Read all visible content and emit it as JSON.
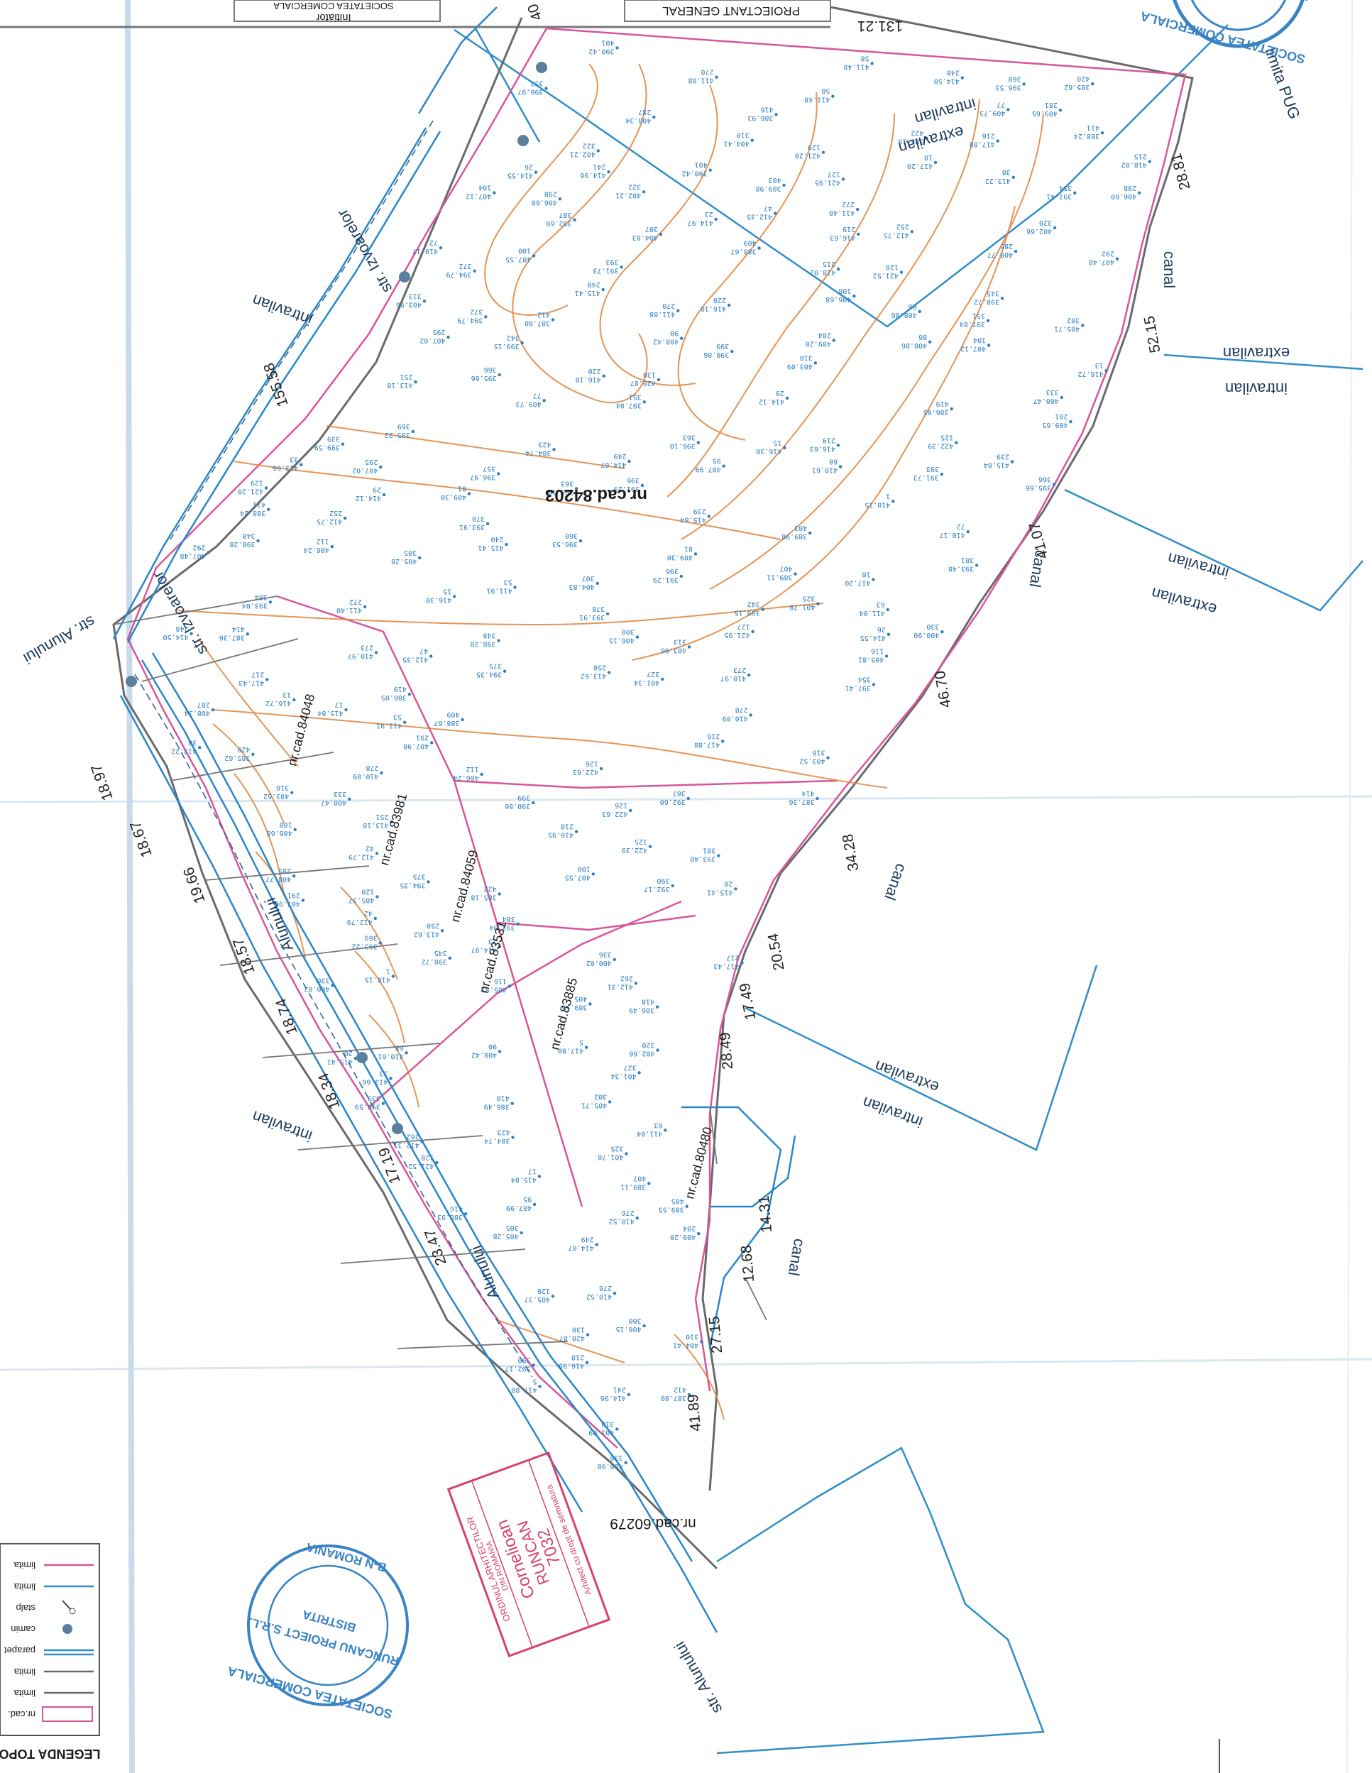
{
  "title_block": {
    "initiator_label": "Initiator",
    "initiator_value": "SOCIETATEA COMERCIALA",
    "proiectant_label": "PROIECTANT GENERAL"
  },
  "parcels": {
    "main": "nr.cad.84203",
    "south": "nr.cad.60279",
    "small": [
      "nr.cad.84048",
      "nr.cad.83981",
      "nr.cad.84059",
      "nr.cad.83531",
      "nr.cad.83885",
      "nr.cad.80480"
    ]
  },
  "zones": {
    "intravilan": "intravilan",
    "extravilan": "extravilan",
    "canal": "canal",
    "limita_pug": "limita PUG"
  },
  "streets": {
    "alunului": "str. Alunului",
    "alunului_short": "Alunului",
    "izvoarelor": "str. Izvoarelor"
  },
  "dimensions": {
    "d131": "131.21",
    "d40": "40",
    "d2881": "28.81",
    "d5215": "52.15",
    "d4107": "41.07",
    "d4670": "46.70",
    "d3428": "34.28",
    "d2054": "20.54",
    "d1749": "17.49",
    "d2849": "28.49",
    "d1431": "14.31",
    "d1268": "12.68",
    "d2715": "27.15",
    "d4189": "41.89",
    "d15558": "155.58",
    "d1897": "18.97",
    "d1867": "18.67",
    "d1966": "19.66",
    "d1857": "18.57",
    "d1874": "18.74",
    "d1834": "18.34",
    "d1719": "17.19",
    "d2347": "23.47"
  },
  "stamps": {
    "company_round_1": "SOCIETATEA COMERCIALA",
    "company_round_2": "RUNCANU PROIECT S.R.L.",
    "company_round_3": "BISTRITA",
    "company_round_4": "B-N ROMANIA",
    "architect_name_1": "Cornelioan",
    "architect_name_2": "RUNCAN",
    "architect_number": "7032",
    "architect_head": "ORDINUL ARHITECTILOR",
    "architect_sub": "DIN ROMANIA",
    "architect_note": "Arhitect cu drept de semnatura"
  },
  "legend": {
    "title": "LEGENDA TOPO",
    "items": [
      {
        "icon": "parcel-number-box-icon",
        "text": "nr.cad."
      },
      {
        "icon": "gray-line-icon",
        "text": "limita"
      },
      {
        "icon": "gray-line-icon",
        "text": "limita"
      },
      {
        "icon": "double-blue-line-icon",
        "text": "parapet"
      },
      {
        "icon": "manhole-icon",
        "text": "camin"
      },
      {
        "icon": "pole-icon",
        "text": "stalp"
      },
      {
        "icon": "blue-line-icon",
        "text": "limita"
      },
      {
        "icon": "pink-line-icon",
        "text": "limita"
      }
    ]
  },
  "colors": {
    "boundary_gray": "#6a6a6a",
    "boundary_pink": "#d9559a",
    "contour_orange": "#e0823a",
    "zone_blue": "#2e8ec9",
    "point_blue": "#2d7fc0",
    "stamp_blue": "#3a83c4",
    "stamp_red": "#d8416a"
  },
  "survey_points": [
    {
      "n": "125",
      "h": "422.39"
    },
    {
      "n": "126",
      "h": "422.63"
    },
    {
      "n": "127",
      "h": "421.95"
    },
    {
      "n": "128",
      "h": "421.52"
    },
    {
      "n": "129",
      "h": "421.20"
    },
    {
      "n": "130",
      "h": "420.87"
    },
    {
      "n": "215",
      "h": "418.02"
    },
    {
      "n": "216",
      "h": "417.88"
    },
    {
      "n": "217",
      "h": "417.43"
    },
    {
      "n": "218",
      "h": "416.95"
    },
    {
      "n": "219",
      "h": "416.63"
    },
    {
      "n": "220",
      "h": "416.10"
    },
    {
      "n": "239",
      "h": "415.84"
    },
    {
      "n": "240",
      "h": "415.41"
    },
    {
      "n": "241",
      "h": "414.96"
    },
    {
      "n": "248",
      "h": "414.50"
    },
    {
      "n": "249",
      "h": "414.07"
    },
    {
      "n": "250",
      "h": "413.62"
    },
    {
      "n": "251",
      "h": "413.18"
    },
    {
      "n": "252",
      "h": "412.75"
    },
    {
      "n": "262",
      "h": "412.31"
    },
    {
      "n": "270",
      "h": "411.88"
    },
    {
      "n": "272",
      "h": "411.40"
    },
    {
      "n": "273",
      "h": "410.97"
    },
    {
      "n": "276",
      "h": "410.52"
    },
    {
      "n": "278",
      "h": "410.09"
    },
    {
      "n": "281",
      "h": "409.65"
    },
    {
      "n": "284",
      "h": "409.20"
    },
    {
      "n": "285",
      "h": "408.77"
    },
    {
      "n": "287",
      "h": "408.34"
    },
    {
      "n": "291",
      "h": "407.90"
    },
    {
      "n": "292",
      "h": "407.48"
    },
    {
      "n": "295",
      "h": "407.02"
    },
    {
      "n": "298",
      "h": "406.60"
    },
    {
      "n": "300",
      "h": "406.15"
    },
    {
      "n": "302",
      "h": "405.71"
    },
    {
      "n": "305",
      "h": "405.28"
    },
    {
      "n": "307",
      "h": "404.83"
    },
    {
      "n": "310",
      "h": "404.41"
    },
    {
      "n": "313",
      "h": "403.96"
    },
    {
      "n": "316",
      "h": "403.52"
    },
    {
      "n": "318",
      "h": "403.09"
    },
    {
      "n": "320",
      "h": "402.66"
    },
    {
      "n": "322",
      "h": "402.21"
    },
    {
      "n": "325",
      "h": "401.78"
    },
    {
      "n": "327",
      "h": "401.34"
    },
    {
      "n": "330",
      "h": "400.90"
    },
    {
      "n": "333",
      "h": "400.47"
    },
    {
      "n": "336",
      "h": "400.02"
    },
    {
      "n": "339",
      "h": "399.59"
    },
    {
      "n": "342",
      "h": "399.15"
    },
    {
      "n": "345",
      "h": "398.72"
    },
    {
      "n": "348",
      "h": "398.28"
    },
    {
      "n": "351",
      "h": "397.84"
    },
    {
      "n": "354",
      "h": "397.41"
    },
    {
      "n": "357",
      "h": "396.97"
    },
    {
      "n": "360",
      "h": "396.53"
    },
    {
      "n": "363",
      "h": "396.10"
    },
    {
      "n": "366",
      "h": "395.66"
    },
    {
      "n": "369",
      "h": "395.22"
    },
    {
      "n": "372",
      "h": "394.79"
    },
    {
      "n": "375",
      "h": "394.35"
    },
    {
      "n": "378",
      "h": "393.91"
    },
    {
      "n": "381",
      "h": "393.48"
    },
    {
      "n": "384",
      "h": "393.04"
    },
    {
      "n": "387",
      "h": "392.60"
    },
    {
      "n": "390",
      "h": "392.17"
    },
    {
      "n": "393",
      "h": "391.73"
    },
    {
      "n": "396",
      "h": "391.29"
    },
    {
      "n": "399",
      "h": "390.86"
    },
    {
      "n": "401",
      "h": "390.42"
    },
    {
      "n": "403",
      "h": "389.98"
    },
    {
      "n": "405",
      "h": "389.55"
    },
    {
      "n": "407",
      "h": "389.11"
    },
    {
      "n": "409",
      "h": "388.67"
    },
    {
      "n": "411",
      "h": "388.24"
    },
    {
      "n": "412",
      "h": "387.80"
    },
    {
      "n": "414",
      "h": "387.36"
    },
    {
      "n": "416",
      "h": "386.93"
    },
    {
      "n": "418",
      "h": "386.49"
    },
    {
      "n": "419",
      "h": "386.05"
    },
    {
      "n": "420",
      "h": "385.62"
    },
    {
      "n": "422",
      "h": "385.18"
    },
    {
      "n": "423",
      "h": "384.74"
    },
    {
      "n": "1",
      "h": "418.15"
    },
    {
      "n": "5",
      "h": "417.80"
    },
    {
      "n": "10",
      "h": "417.20"
    },
    {
      "n": "13",
      "h": "416.72"
    },
    {
      "n": "15",
      "h": "416.30"
    },
    {
      "n": "17",
      "h": "415.84"
    },
    {
      "n": "20",
      "h": "415.41"
    },
    {
      "n": "23",
      "h": "414.97"
    },
    {
      "n": "26",
      "h": "414.55"
    },
    {
      "n": "29",
      "h": "414.12"
    },
    {
      "n": "33",
      "h": "413.66"
    },
    {
      "n": "38",
      "h": "413.22"
    },
    {
      "n": "42",
      "h": "412.79"
    },
    {
      "n": "47",
      "h": "412.35"
    },
    {
      "n": "53",
      "h": "411.91"
    },
    {
      "n": "58",
      "h": "411.48"
    },
    {
      "n": "63",
      "h": "411.04"
    },
    {
      "n": "68",
      "h": "410.61"
    },
    {
      "n": "72",
      "h": "410.17"
    },
    {
      "n": "77",
      "h": "409.73"
    },
    {
      "n": "81",
      "h": "409.30"
    },
    {
      "n": "86",
      "h": "408.86"
    },
    {
      "n": "90",
      "h": "408.42"
    },
    {
      "n": "95",
      "h": "407.99"
    },
    {
      "n": "100",
      "h": "407.55"
    },
    {
      "n": "104",
      "h": "407.12"
    },
    {
      "n": "108",
      "h": "406.68"
    },
    {
      "n": "112",
      "h": "406.24"
    },
    {
      "n": "116",
      "h": "405.81"
    },
    {
      "n": "120",
      "h": "405.37"
    }
  ]
}
